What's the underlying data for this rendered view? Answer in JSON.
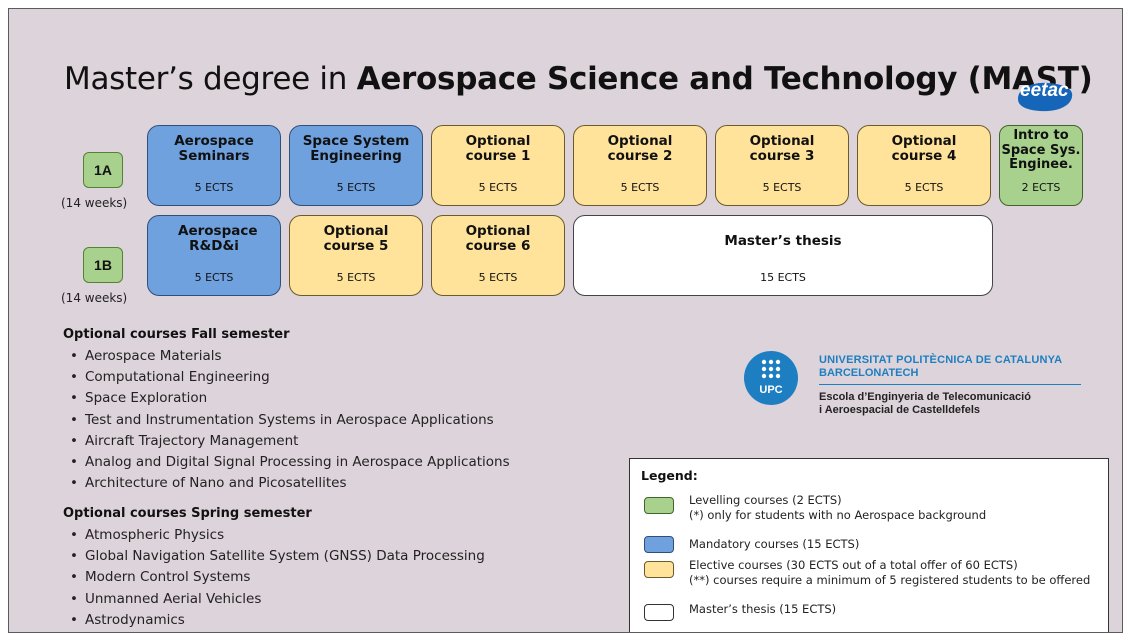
{
  "title": {
    "prefix": "Master’s degree in ",
    "bold": "Aerospace Science and Technology (MAST)"
  },
  "logo_eetac": "eetac",
  "semesters": [
    {
      "label": "1A",
      "weeks": "(14 weeks)"
    },
    {
      "label": "1B",
      "weeks": "(14 weeks)"
    }
  ],
  "row1": [
    {
      "name": "Aerospace Seminars",
      "ects": "5 ECTS",
      "kind": "mandatory"
    },
    {
      "name": "Space System Engineering",
      "ects": "5 ECTS",
      "kind": "mandatory"
    },
    {
      "name": "Optional course 1",
      "ects": "5 ECTS",
      "kind": "elective"
    },
    {
      "name": "Optional course 2",
      "ects": "5 ECTS",
      "kind": "elective"
    },
    {
      "name": "Optional course 3",
      "ects": "5 ECTS",
      "kind": "elective"
    },
    {
      "name": "Optional course 4",
      "ects": "5 ECTS",
      "kind": "elective"
    },
    {
      "name": "Intro to Space Sys. Enginee.",
      "ects": "2 ECTS",
      "kind": "levelling"
    }
  ],
  "row2": [
    {
      "name": "Aerospace R&D&i",
      "ects": "5 ECTS",
      "kind": "mandatory"
    },
    {
      "name": "Optional course 5",
      "ects": "5 ECTS",
      "kind": "elective"
    },
    {
      "name": "Optional course 6",
      "ects": "5 ECTS",
      "kind": "elective"
    },
    {
      "name": "Master’s thesis",
      "ects": "15 ECTS",
      "kind": "thesis"
    }
  ],
  "fall": {
    "heading": "Optional courses Fall semester",
    "items": [
      "Aerospace Materials",
      "Computational Engineering",
      "Space Exploration",
      "Test and Instrumentation Systems in Aerospace Applications",
      "Aircraft Trajectory Management",
      "Analog and Digital Signal Processing in Aerospace Applications",
      "Architecture of Nano and Picosatellites"
    ]
  },
  "spring": {
    "heading": "Optional courses Spring semester",
    "items": [
      "Atmospheric Physics",
      "Global Navigation Satellite System (GNSS) Data Processing",
      "Modern Control Systems",
      "Unmanned Aerial Vehicles",
      "Astrodynamics"
    ]
  },
  "bullet": "•",
  "upc": {
    "badge": "UPC",
    "line1": "UNIVERSITAT POLITÈCNICA DE CATALUNYA",
    "line2": "BARCELONATECH",
    "line3": "Escola d’Enginyeria de Telecomunicació",
    "line4": "i Aeroespacial de Castelldefels"
  },
  "legend": {
    "title": "Legend:",
    "items": [
      {
        "text1": "Levelling courses (2 ECTS)",
        "text2": "(*) only for students with no Aerospace background",
        "color": "#a9d18e"
      },
      {
        "text1": "Mandatory courses (15 ECTS)",
        "text2": "",
        "color": "#6fa1df"
      },
      {
        "text1": "Elective courses (30 ECTS out of a total offer of 60 ECTS)",
        "text2": "(**) courses require a minimum of 5 registered students to be offered",
        "color": "#ffe39a"
      },
      {
        "text1": "Master’s thesis (15 ECTS)",
        "text2": "",
        "color": "#ffffff"
      }
    ]
  },
  "colors": {
    "mandatory": "#6fa1df",
    "elective": "#ffe39a",
    "levelling": "#a9d18e",
    "thesis": "#ffffff",
    "brand_upc": "#1d7fc1"
  }
}
